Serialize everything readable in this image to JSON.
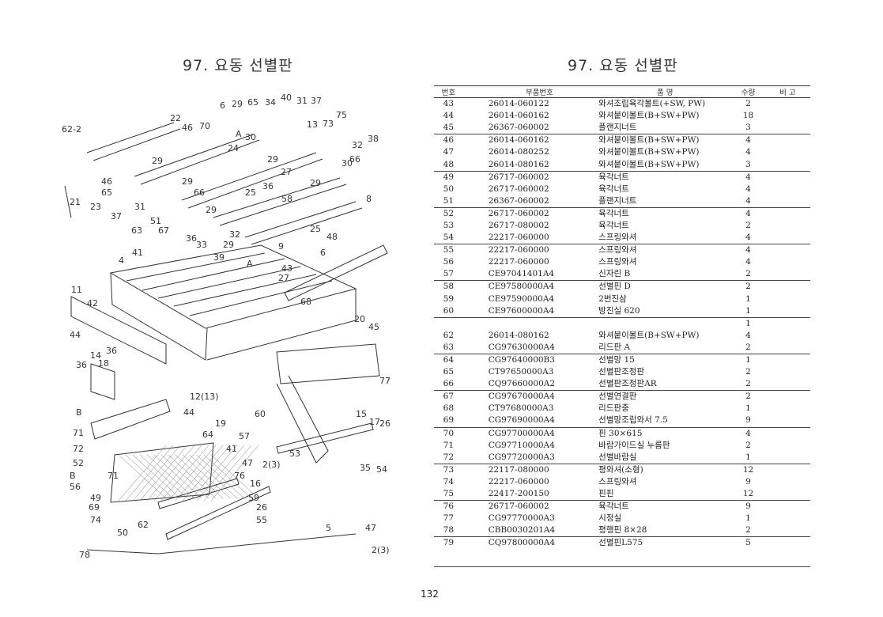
{
  "page": {
    "title_left": "97. 요동 선별판",
    "title_right": "97. 요동 선별판",
    "page_number": "132"
  },
  "table": {
    "headers": {
      "no": "번호",
      "part_number": "부품번호",
      "name": "품    명",
      "qty": "수량",
      "remarks": "비  고"
    },
    "rows": [
      {
        "no": "43",
        "part_number": "26014-060122",
        "name": "와셔조립육각볼트(+SW, PW)",
        "qty": "2",
        "remarks": ""
      },
      {
        "no": "44",
        "part_number": "26014-060162",
        "name": "와셔붙이볼트(B+SW+PW)",
        "qty": "18",
        "remarks": ""
      },
      {
        "no": "45",
        "part_number": "26367-060002",
        "name": "플랜지너트",
        "qty": "3",
        "remarks": ""
      },
      {
        "no": "46",
        "part_number": "26014-060162",
        "name": "와셔붙이볼트(B+SW+PW)",
        "qty": "4",
        "remarks": ""
      },
      {
        "no": "47",
        "part_number": "26014-080252",
        "name": "와셔붙이볼트(B+SW+PW)",
        "qty": "4",
        "remarks": ""
      },
      {
        "no": "48",
        "part_number": "26014-080162",
        "name": "와셔붙이볼트(B+SW+PW)",
        "qty": "3",
        "remarks": ""
      },
      {
        "no": "49",
        "part_number": "26717-060002",
        "name": "육각너트",
        "qty": "4",
        "remarks": ""
      },
      {
        "no": "50",
        "part_number": "26717-060002",
        "name": "육각너트",
        "qty": "4",
        "remarks": ""
      },
      {
        "no": "51",
        "part_number": "26367-060002",
        "name": "플랜지너트",
        "qty": "4",
        "remarks": ""
      },
      {
        "no": "52",
        "part_number": "26717-060002",
        "name": "육각너트",
        "qty": "4",
        "remarks": ""
      },
      {
        "no": "53",
        "part_number": "26717-080002",
        "name": "육각너트",
        "qty": "2",
        "remarks": ""
      },
      {
        "no": "54",
        "part_number": "22217-060000",
        "name": "스프링와셔",
        "qty": "4",
        "remarks": ""
      },
      {
        "no": "55",
        "part_number": "22217-060000",
        "name": "스프링와셔",
        "qty": "4",
        "remarks": ""
      },
      {
        "no": "56",
        "part_number": "22217-060000",
        "name": "스프링와셔",
        "qty": "4",
        "remarks": ""
      },
      {
        "no": "57",
        "part_number": "CE97041401A4",
        "name": "신자린 B",
        "qty": "2",
        "remarks": ""
      },
      {
        "no": "58",
        "part_number": "CE97580000A4",
        "name": "선별핀 D",
        "qty": "2",
        "remarks": ""
      },
      {
        "no": "59",
        "part_number": "CE97590000A4",
        "name": "2번진삼",
        "qty": "1",
        "remarks": ""
      },
      {
        "no": "60",
        "part_number": "CE97600000A4",
        "name": "방진실 620",
        "qty": "1",
        "remarks": ""
      },
      {
        "no": "",
        "part_number": "",
        "name": "",
        "qty": "1",
        "remarks": ""
      },
      {
        "no": "62",
        "part_number": "26014-080162",
        "name": "와셔붙이볼트(B+SW+PW)",
        "qty": "4",
        "remarks": ""
      },
      {
        "no": "63",
        "part_number": "CG97630000A4",
        "name": "리드판 A",
        "qty": "2",
        "remarks": ""
      },
      {
        "no": "64",
        "part_number": "CG97640000B3",
        "name": "선별망 15",
        "qty": "1",
        "remarks": ""
      },
      {
        "no": "65",
        "part_number": "CT97650000A3",
        "name": "선별판조정판",
        "qty": "2",
        "remarks": ""
      },
      {
        "no": "66",
        "part_number": "CQ97660000A2",
        "name": "선별판조정판AR",
        "qty": "2",
        "remarks": ""
      },
      {
        "no": "67",
        "part_number": "CG97670000A4",
        "name": "선별연결판",
        "qty": "2",
        "remarks": ""
      },
      {
        "no": "68",
        "part_number": "CT97680000A3",
        "name": "리드판중",
        "qty": "1",
        "remarks": ""
      },
      {
        "no": "69",
        "part_number": "CG97690000A4",
        "name": "선별망조립와서 7.5",
        "qty": "9",
        "remarks": ""
      },
      {
        "no": "70",
        "part_number": "CG97700000A4",
        "name": "핀 30×615",
        "qty": "4",
        "remarks": ""
      },
      {
        "no": "71",
        "part_number": "CG97710000A4",
        "name": "바람가이드실 누름판",
        "qty": "2",
        "remarks": ""
      },
      {
        "no": "72",
        "part_number": "CG97720000A3",
        "name": "선별바람실",
        "qty": "1",
        "remarks": ""
      },
      {
        "no": "73",
        "part_number": "22117-080000",
        "name": "평와셔(소형)",
        "qty": "12",
        "remarks": ""
      },
      {
        "no": "74",
        "part_number": "22217-060000",
        "name": "스프링와셔",
        "qty": "9",
        "remarks": ""
      },
      {
        "no": "75",
        "part_number": "22417-200150",
        "name": "핀핀",
        "qty": "12",
        "remarks": ""
      },
      {
        "no": "76",
        "part_number": "26717-060002",
        "name": "육각너트",
        "qty": "9",
        "remarks": ""
      },
      {
        "no": "77",
        "part_number": "CG97770000A3",
        "name": "시정실",
        "qty": "1",
        "remarks": ""
      },
      {
        "no": "78",
        "part_number": "CBB0030201A4",
        "name": "평행핀 8×28",
        "qty": "2",
        "remarks": ""
      },
      {
        "no": "79",
        "part_number": "CQ97800000A4",
        "name": "선별핀L575",
        "qty": "5",
        "remarks": ""
      }
    ]
  },
  "diagram": {
    "callouts": [
      "62-2",
      "22",
      "46",
      "70",
      "6",
      "29",
      "65",
      "34",
      "40",
      "31",
      "37",
      "75",
      "73",
      "13",
      "30",
      "A",
      "24",
      "32",
      "38",
      "29",
      "66",
      "30",
      "29",
      "27",
      "21",
      "23",
      "46",
      "65",
      "29",
      "36",
      "58",
      "29",
      "25",
      "8",
      "37",
      "31",
      "66",
      "29",
      "51",
      "67",
      "63",
      "33",
      "36",
      "32",
      "29",
      "25",
      "48",
      "4",
      "41",
      "39",
      "9",
      "A",
      "43",
      "27",
      "6",
      "11",
      "42",
      "68",
      "44",
      "14",
      "36",
      "36",
      "18",
      "20",
      "45",
      "77",
      "B",
      "12(13)",
      "44",
      "19",
      "57",
      "60",
      "15",
      "17",
      "26",
      "71",
      "64",
      "72",
      "41",
      "47",
      "2(3)",
      "53",
      "35",
      "54",
      "52",
      "71",
      "B",
      "56",
      "49",
      "69",
      "74",
      "76",
      "16",
      "59",
      "26",
      "55",
      "50",
      "62",
      "5",
      "47",
      "2(3)",
      "78"
    ]
  }
}
